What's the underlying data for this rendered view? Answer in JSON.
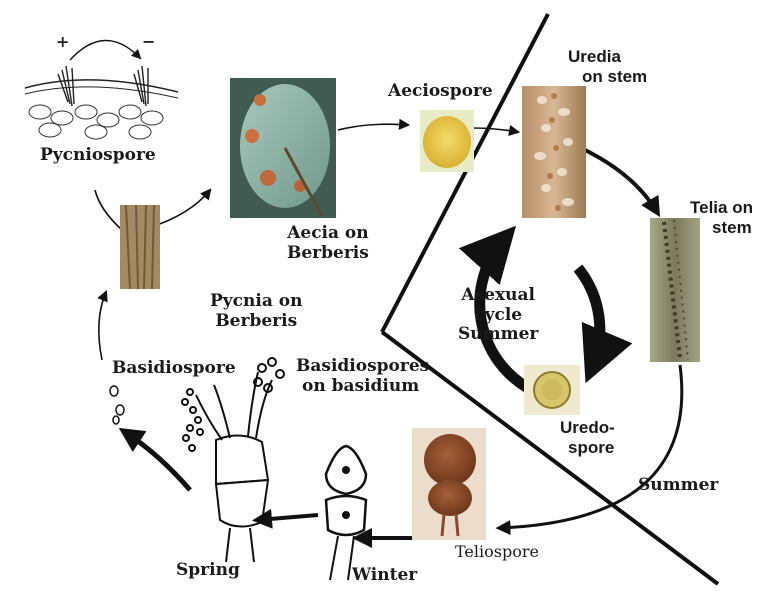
{
  "diagram": {
    "labels": {
      "pycniospore": "Pycniospore",
      "plus": "+",
      "minus": "−",
      "aecia_line1": "Aecia on",
      "aecia_line2": "Berberis",
      "aeciospore": "Aeciospore",
      "uredia_line1": "Uredia",
      "uredia_line2": "on stem",
      "telia_line1": "Telia on",
      "telia_line2": "stem",
      "asexual_line1": "Asexual",
      "asexual_line2": "cycle",
      "asexual_line3": "Summer",
      "uredospore_line1": "Uredo-",
      "uredospore_line2": "spore",
      "summer": "Summer",
      "teliospore": "Teliospore",
      "winter": "Winter",
      "spring": "Spring",
      "basidiospores_line1": "Basidiospores",
      "basidiospores_line2": "on basidium",
      "basidiospore": "Basidiospore",
      "pycnia_line1": "Pycnia on",
      "pycnia_line2": "Berberis"
    },
    "colors": {
      "ink": "#111111",
      "leaf": "#8fb6a8",
      "aeciospore": "#e6c441",
      "uredia": "#c9a27c",
      "telia": "#8c8a6a",
      "teliospore": "#8a4a2a",
      "uredospore": "#cdb85a"
    }
  }
}
